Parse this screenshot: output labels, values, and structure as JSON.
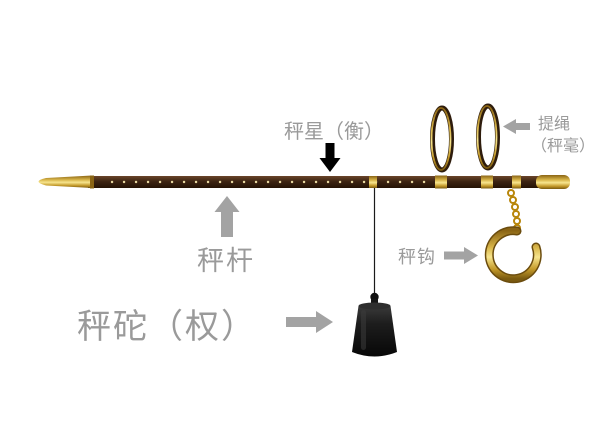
{
  "figure": {
    "background": "#ffffff",
    "labels": {
      "beam_stars": "秤星（衡）",
      "lifting_rope_line1": "提绳",
      "lifting_rope_line2": "（秤毫）",
      "beam": "秤杆",
      "hook": "秤钩",
      "weight": "秤砣（权）"
    },
    "colors": {
      "label_text": "#9a9a9a",
      "arrow_gray": "#a3a3a3",
      "arrow_black": "#000000",
      "gold": "#d4af37",
      "beam_wood": "#3d2412",
      "weight_body": "#161616"
    }
  }
}
